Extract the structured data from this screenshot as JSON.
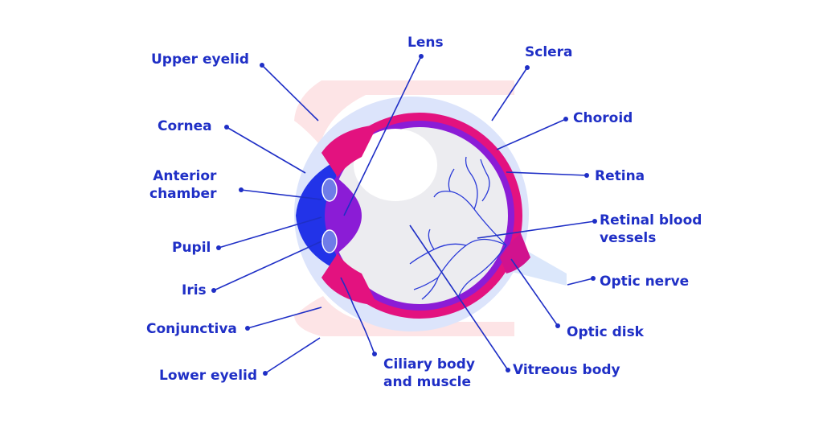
{
  "labels": {
    "upper_eyelid": "Upper eyelid",
    "cornea": "Cornea",
    "anterior_chamber": "Anterior\nchamber",
    "pupil": "Pupil",
    "iris": "Iris",
    "conjunctiva": "Conjunctiva",
    "lower_eyelid": "Lower eyelid",
    "lens": "Lens",
    "ciliary_body": "Ciliary body\nand muscle",
    "vitreous_body": "Vitreous body",
    "sclera": "Sclera",
    "choroid": "Choroid",
    "retina": "Retina",
    "retinal_blood_vessels": "Retinal blood\nvessels",
    "optic_nerve": "Optic nerve",
    "optic_disk": "Optic disk"
  },
  "colors": {
    "label_text": "#1f2fc6",
    "leader_line": "#1f2fc6",
    "eyelid_skin": "#fde4e6",
    "sclera": "#dce4fb",
    "choroid": "#e3127f",
    "retina": "#8b1cd6",
    "cornea": "#2233e8",
    "vitreous": "#ececf0",
    "blood_vessels": "#2a3ad8"
  }
}
